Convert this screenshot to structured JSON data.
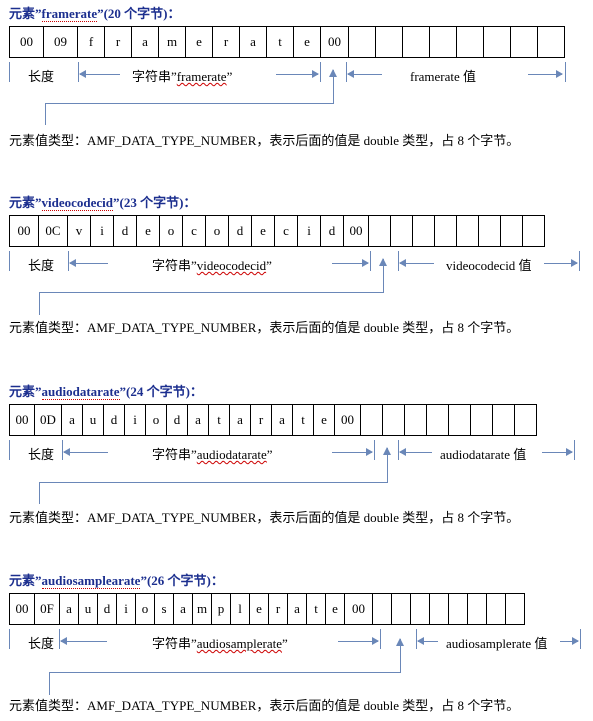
{
  "sections": [
    {
      "heading_prefix": "元素”",
      "heading_name": "framerate",
      "heading_suffix": "”(20 个字节)：",
      "cells": [
        "00",
        "09",
        "f",
        "r",
        "a",
        "m",
        "e",
        "r",
        "a",
        "t",
        "e",
        "00",
        "",
        "",
        "",
        "",
        "",
        "",
        "",
        ""
      ],
      "label_length": "长度",
      "label_string_prefix": "字符串”",
      "label_string_name": "framerate",
      "label_string_suffix": "”",
      "label_value": "framerate 值",
      "description": "元素值类型：AMF_DATA_TYPE_NUMBER，表示后面的值是 double 类型，占 8 个字节。"
    },
    {
      "heading_prefix": "元素”",
      "heading_name": "videocodecid",
      "heading_suffix": "”(23 个字节)：",
      "cells": [
        "00",
        "0C",
        "v",
        "i",
        "d",
        "e",
        "o",
        "c",
        "o",
        "d",
        "e",
        "c",
        "i",
        "d",
        "00",
        "",
        "",
        "",
        "",
        "",
        "",
        "",
        ""
      ],
      "label_length": "长度",
      "label_string_prefix": "字符串”",
      "label_string_name": "videocodecid",
      "label_string_suffix": "”",
      "label_value": "videocodecid 值",
      "description": "元素值类型：AMF_DATA_TYPE_NUMBER，表示后面的值是 double 类型，占 8 个字节。"
    },
    {
      "heading_prefix": "元素”",
      "heading_name": "audiodatarate",
      "heading_suffix": "”(24 个字节)：",
      "cells": [
        "00",
        "0D",
        "a",
        "u",
        "d",
        "i",
        "o",
        "d",
        "a",
        "t",
        "a",
        "r",
        "a",
        "t",
        "e",
        "00",
        "",
        "",
        "",
        "",
        "",
        "",
        "",
        ""
      ],
      "label_length": "长度",
      "label_string_prefix": "字符串”",
      "label_string_name": "audiodatarate",
      "label_string_suffix": "”",
      "label_value": "audiodatarate 值",
      "description": "元素值类型：AMF_DATA_TYPE_NUMBER，表示后面的值是 double 类型，占 8 个字节。"
    },
    {
      "heading_prefix": "元素”",
      "heading_name": "audiosamplearate",
      "heading_suffix": "”(26 个字节)：",
      "cells": [
        "00",
        "0F",
        "a",
        "u",
        "d",
        "i",
        "o",
        "s",
        "a",
        "m",
        "p",
        "l",
        "e",
        "r",
        "a",
        "t",
        "e",
        "00",
        "",
        "",
        "",
        "",
        "",
        "",
        "",
        ""
      ],
      "label_length": "长度",
      "label_string_prefix": "字符串”",
      "label_string_name": "audiosamplerate",
      "label_string_suffix": "”",
      "label_value": "audiosamplerate 值",
      "description": "元素值类型：AMF_DATA_TYPE_NUMBER，表示后面的值是 double 类型，占 8 个字节。"
    }
  ]
}
